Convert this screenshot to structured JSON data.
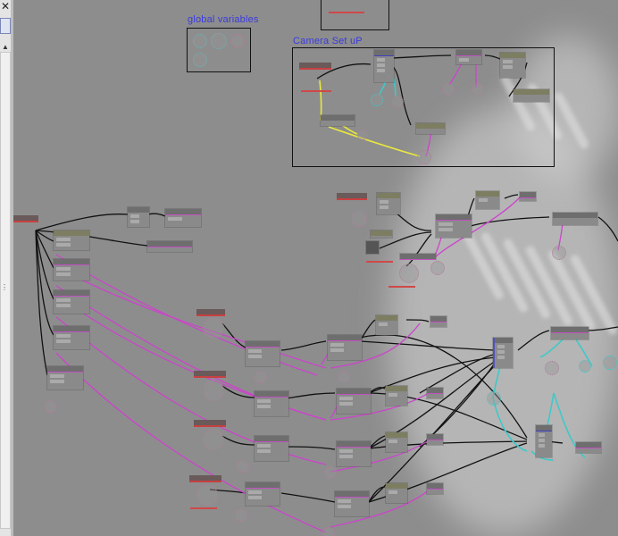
{
  "window": {
    "close_icon": "✕",
    "collapse_icon": "▲",
    "grip_icon": "⋮⋮"
  },
  "groups": [
    {
      "id": "global-variables",
      "label": "global variables"
    },
    {
      "id": "camera-set-up",
      "label": "Camera Set uP"
    }
  ],
  "colors": {
    "canvas": "#8d8d8d",
    "group_label": "#3a3ae0",
    "wire_data": "#111111",
    "wire_magenta": "#cc44cc",
    "wire_cyan": "#40c8c8",
    "wire_yellow": "#e8e840",
    "node_accent_red": "#d04040"
  },
  "node_labels_legible": false
}
